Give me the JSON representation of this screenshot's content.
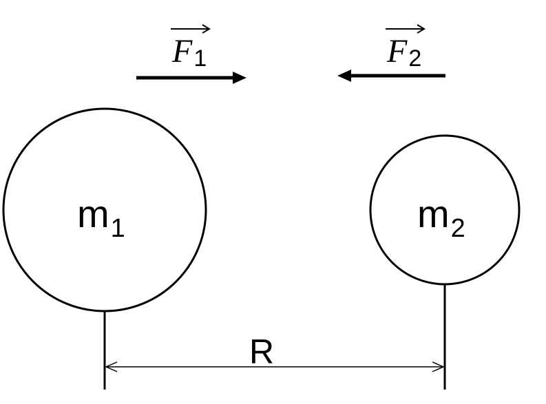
{
  "forces": [
    {
      "symbol": "F",
      "subscript": "1",
      "direction": "right"
    },
    {
      "symbol": "F",
      "subscript": "2",
      "direction": "left"
    }
  ],
  "masses": [
    {
      "symbol": "m",
      "subscript": "1"
    },
    {
      "symbol": "m",
      "subscript": "2"
    }
  ],
  "distance": {
    "label": "R"
  },
  "colors": {
    "stroke": "#000000",
    "background": "#ffffff"
  }
}
